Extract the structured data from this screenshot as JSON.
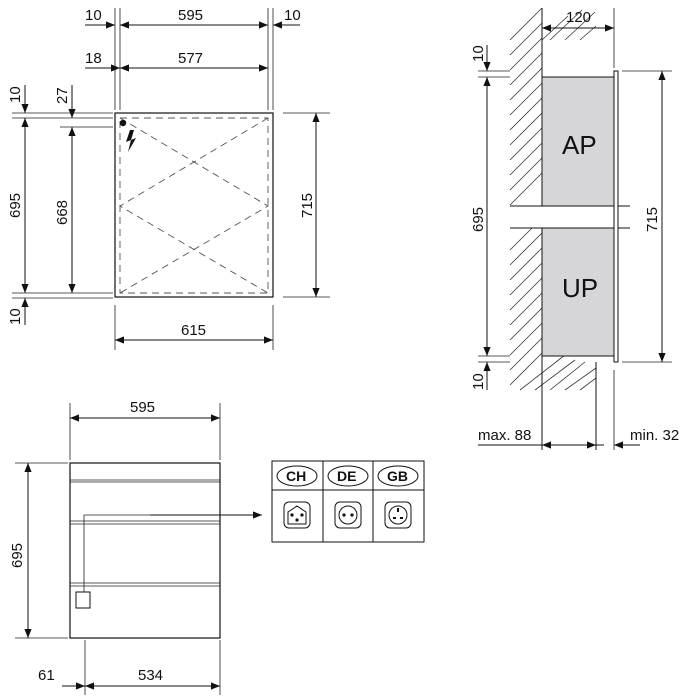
{
  "front_view": {
    "width_total": "595",
    "side_gap_left": "10",
    "side_gap_right": "10",
    "inner_width": "577",
    "inner_offset": "18",
    "top_gap": "10",
    "top_offset": "27",
    "height_outer": "695",
    "inner_height": "668",
    "bottom_gap": "10",
    "height_total": "715",
    "width_bottom": "615"
  },
  "side_view": {
    "depth": "120",
    "top_gap": "10",
    "height_left": "695",
    "height_right": "715",
    "bottom_gap": "10",
    "surface_label": "AP",
    "recessed_label": "UP",
    "max_label": "max. 88",
    "min_label": "min. 32"
  },
  "back_view": {
    "width": "595",
    "height": "695",
    "offset": "61",
    "inner_width": "534"
  },
  "sockets": [
    {
      "label": "CH"
    },
    {
      "label": "DE"
    },
    {
      "label": "GB"
    }
  ]
}
